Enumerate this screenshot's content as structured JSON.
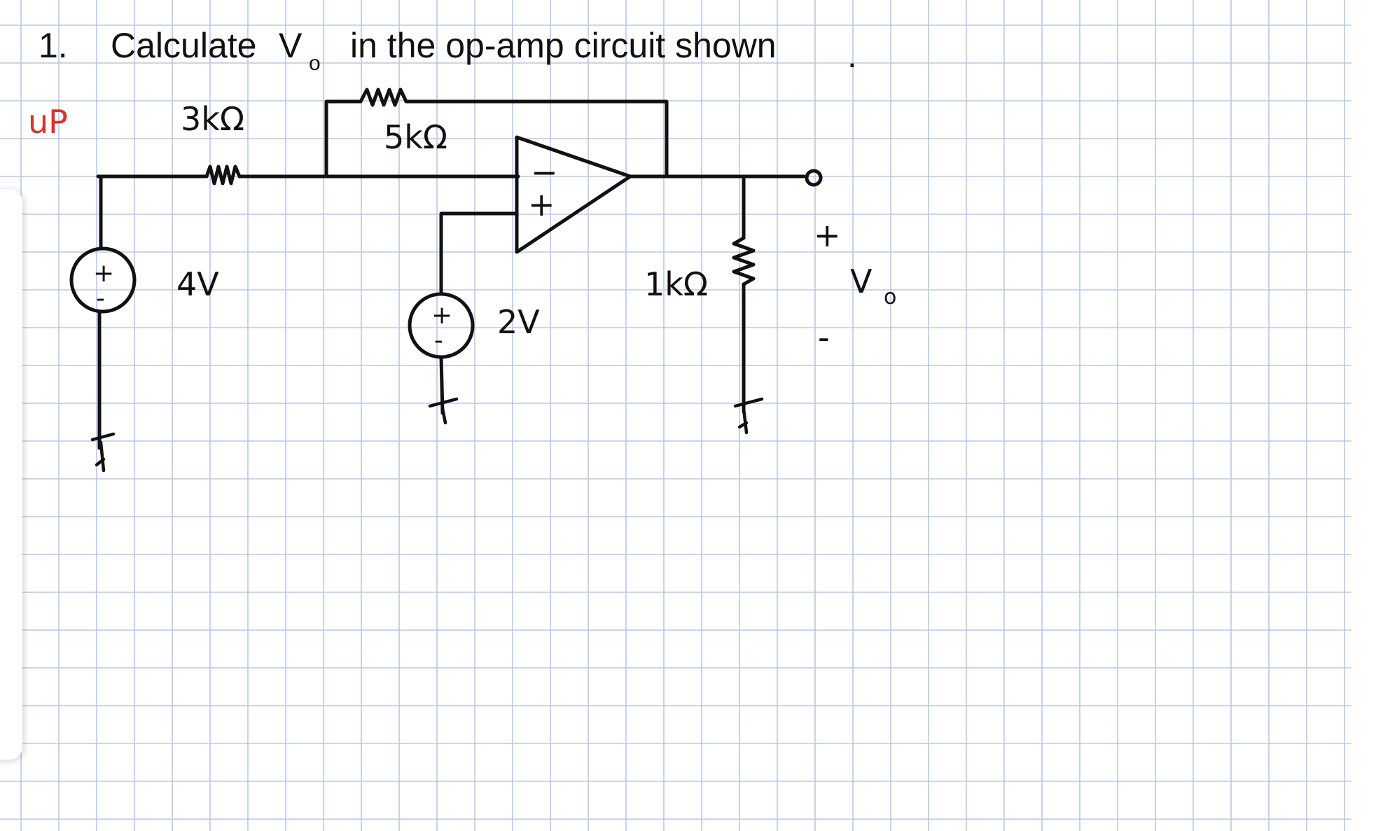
{
  "problem": {
    "number": "1.",
    "text": "Calculate",
    "variable": "V",
    "subscript": "o",
    "rest": "in the op-amp circuit shown",
    "period": "."
  },
  "side_note": "uP",
  "components": {
    "r_input": "3kΩ",
    "r_feedback": "5kΩ",
    "r_load": "1kΩ",
    "source_left": "4V",
    "source_right": "2V"
  },
  "output": {
    "plus": "+",
    "minus": "-",
    "label": "V",
    "subscript": "o"
  },
  "opamp": {
    "inv": "−",
    "noninv": "+"
  },
  "colors": {
    "ink": "#111111",
    "grid": "#b9c8e6",
    "red_note": "#d9322a"
  },
  "toolbar": {
    "tools": [
      "pen-icon",
      "eraser-icon",
      "highlighter-icon",
      "lasso-icon",
      "shapes-icon",
      "text-box-icon",
      "image-icon",
      "undo-icon",
      "gesture-icon",
      "chevron-icon"
    ]
  }
}
